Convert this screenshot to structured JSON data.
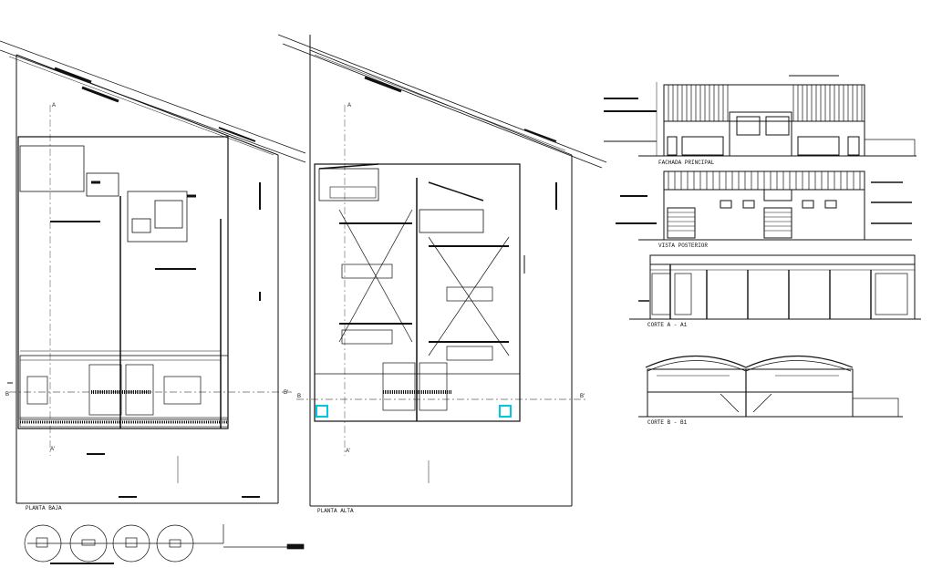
{
  "drawing": {
    "plans": {
      "ground_floor": {
        "title": "PLANTA BAJA"
      },
      "upper_floor": {
        "title": "PLANTA ALTA"
      }
    },
    "elevations": {
      "main_facade": {
        "title": "FACHADA PRINCIPAL"
      },
      "rear_view": {
        "title": "VISTA POSTERIOR"
      }
    },
    "sections": {
      "section_a": {
        "title": "CORTE  A - A1"
      },
      "section_b": {
        "title": "CORTE  B - B1"
      }
    },
    "section_marks": {
      "a_top_left": "A",
      "a_bottom_left": "A'",
      "a_top_right": "A",
      "a_bottom_right": "A'",
      "b_left_1": "B",
      "b_right_1": "B'",
      "b_left_2": "B",
      "b_right_2": "B'"
    },
    "colors": {
      "line": "#111111",
      "cyan": "#00c8e0",
      "bg": "#ffffff"
    }
  }
}
